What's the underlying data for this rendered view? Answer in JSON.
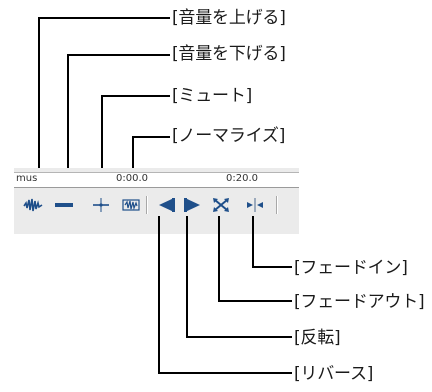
{
  "callouts": {
    "volume_up": "[音量を上げる]",
    "volume_down": "[音量を下げる]",
    "mute": "[ミュート]",
    "normalize": "[ノーマライズ]",
    "fade_in": "[フェードイン]",
    "fade_out": "[フェードアウト]",
    "reverse_phase": "[反転]",
    "reverse": "[リバース]"
  },
  "ruler": {
    "unit": "mus",
    "mark1": "0:00.0",
    "mark2": "0:20.0"
  },
  "toolbar": {
    "buttons": [
      {
        "name": "volume-up",
        "icon": "waveform-up-icon"
      },
      {
        "name": "volume-down",
        "icon": "waveform-flat-icon"
      },
      {
        "name": "mute",
        "icon": "mute-icon"
      },
      {
        "name": "normalize",
        "icon": "normalize-icon"
      },
      {
        "name": "reverse",
        "icon": "play-left-icon"
      },
      {
        "name": "invert",
        "icon": "play-right-icon"
      },
      {
        "name": "fade-out",
        "icon": "cross-arrows-icon"
      },
      {
        "name": "fade-in",
        "icon": "converge-icon"
      }
    ]
  },
  "colors": {
    "icon_blue": "#1f4f8a",
    "icon_dark": "#222222",
    "toolbar_bg": "#ebebeb"
  }
}
